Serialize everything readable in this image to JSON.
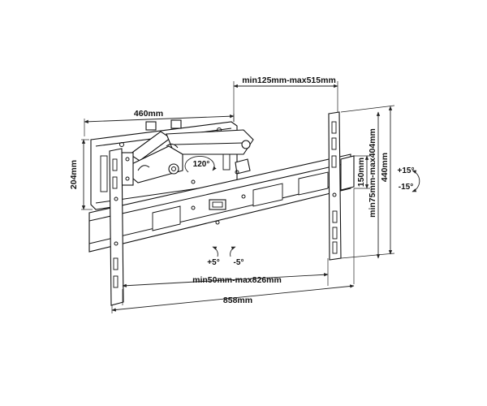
{
  "dimensions": {
    "arm_width": "460mm",
    "wall_plate_height": "204mm",
    "arm_extension": "min125mm-max515mm",
    "vesa_vertical": "min75mm-max404mm",
    "bracket_height": "440mm",
    "slot_spacing": "150mm",
    "vesa_horizontal": "min50mm-max826mm",
    "overall_width": "858mm"
  },
  "angles": {
    "swivel": "120°",
    "tilt_up": "+15°",
    "tilt_down": "-15°",
    "level_plus": "+5°",
    "level_minus": "-5°"
  }
}
